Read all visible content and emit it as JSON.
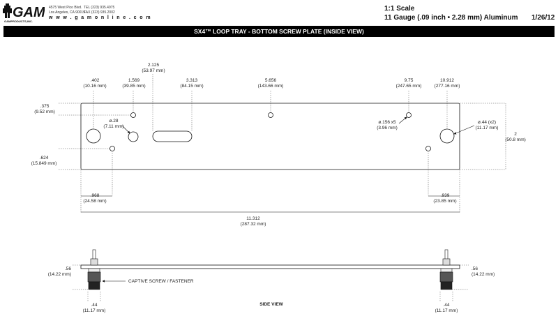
{
  "header": {
    "logo_text": "GAM",
    "logo_sub": "GAMPRODUCTS,INC.",
    "address1": "4575 West Pico Blvd.",
    "address2": "Los Angeles, CA 90019",
    "tel": "TEL (323) 935.4975",
    "fax": "FAX (323) 935.2002",
    "website": "w w w . g a m o n l i n e . c o m",
    "scale": "1:1 Scale",
    "material": "11 Gauge (.09 inch • 2.28 mm)  Aluminum",
    "date": "1/26/12"
  },
  "title": "SX4™ LOOP TRAY - BOTTOM SCREW PLATE (INSIDE VIEW)",
  "top_dims": [
    {
      "id": "d402",
      "in": ".402",
      "mm": "(10.16 mm)"
    },
    {
      "id": "d1569",
      "in": "1.569",
      "mm": "(39.85 mm)"
    },
    {
      "id": "d2125",
      "in": "2.125",
      "mm": "(53.97 mm)"
    },
    {
      "id": "d3313",
      "in": "3.313",
      "mm": "(84.15 mm)"
    },
    {
      "id": "d5656",
      "in": "5.656",
      "mm": "(143.66 mm)"
    },
    {
      "id": "d975",
      "in": "9.75",
      "mm": "(247.65 mm)"
    },
    {
      "id": "d10912",
      "in": "10.912",
      "mm": "(277.16 mm)"
    }
  ],
  "side_dims": {
    "d375": {
      "in": ".375",
      "mm": "(9.52 mm)"
    },
    "d624": {
      "in": ".624",
      "mm": "(15.849 mm)"
    },
    "d2": {
      "in": "2",
      "mm": "(50.8 mm)"
    },
    "d968": {
      "in": ".968",
      "mm": "(24.58 mm)"
    },
    "d939": {
      "in": ".939",
      "mm": "(23.85 mm)"
    },
    "d11312": {
      "in": "11.312",
      "mm": "(287.32 mm)"
    }
  },
  "callouts": {
    "small_hole": {
      "in": "ø.28",
      "mm": "(7.11 mm)"
    },
    "holes_x5": {
      "in": "ø.156 x5",
      "mm": "(3.96 mm)"
    },
    "large_holes": {
      "in": "ø.44 (x2)",
      "mm": "(11.17 mm)"
    }
  },
  "side_view": {
    "label": "SIDE VIEW",
    "captive_screw": "CAPTIVE SCREW / FASTENER",
    "left_height": {
      "in": ".56",
      "mm": "(14.22 mm)"
    },
    "right_height": {
      "in": ".56",
      "mm": "(14.22 mm)"
    },
    "left_width": {
      "in": ".44",
      "mm": "(11.17 mm)"
    },
    "right_width": {
      "in": ".44",
      "mm": "(11.17 mm)"
    }
  }
}
